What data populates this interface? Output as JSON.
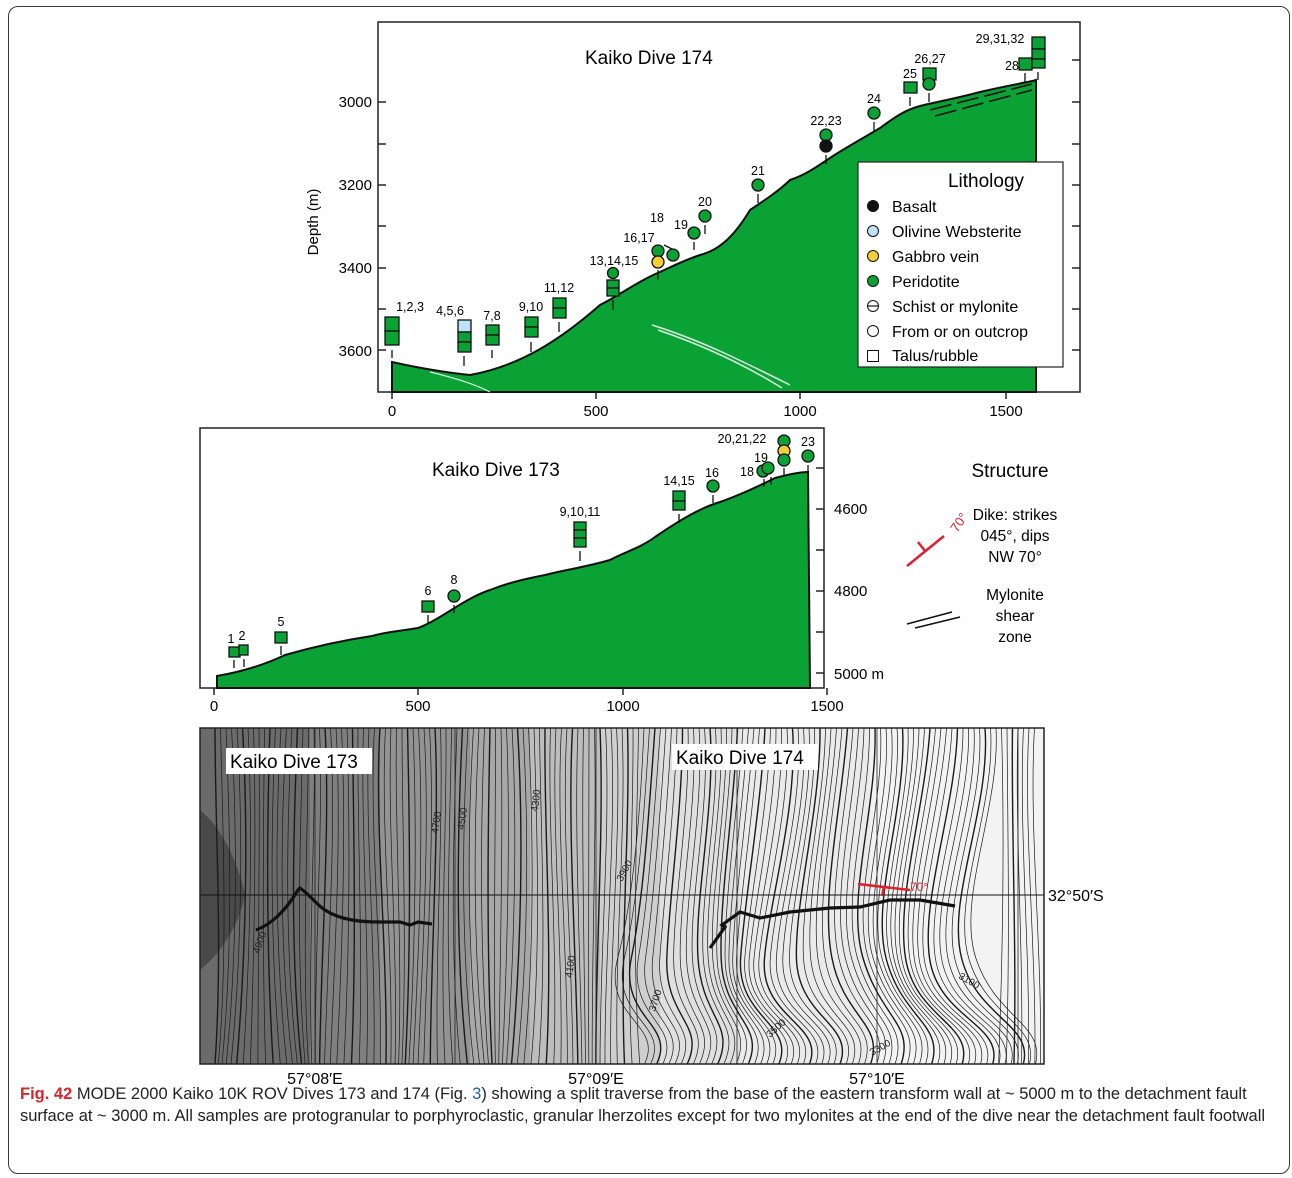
{
  "colors": {
    "peridotite": "#0aa235",
    "websterite": "#bfe3f5",
    "gabbro": "#f4d035",
    "basalt": "#111111",
    "dike": "#e0202a",
    "caption_label": "#d6262b",
    "link": "#1a61b0"
  },
  "dive174": {
    "title": "Kaiko Dive 174",
    "ylabel": "Depth (m)",
    "yticks": [
      "3000",
      "3200",
      "3400",
      "3600"
    ],
    "xticks": [
      "0",
      "500",
      "1000",
      "1500"
    ],
    "sample_labels": [
      "1,2,3",
      "4,5,6",
      "7,8",
      "9,10",
      "11,12",
      "13,14,15",
      "16,17",
      "18",
      "19",
      "20",
      "21",
      "22,23",
      "24",
      "25",
      "26,27",
      "28",
      "29,31,32"
    ]
  },
  "dive173": {
    "title": "Kaiko Dive 173",
    "yticks": [
      "4600",
      "4800",
      "5000 m"
    ],
    "xticks": [
      "0",
      "500",
      "1000",
      "1500"
    ],
    "sample_labels": [
      "1",
      "2",
      "5",
      "6",
      "8",
      "9,10,11",
      "14,15",
      "16",
      "18",
      "19",
      "20,21,22",
      "23"
    ]
  },
  "legend": {
    "title": "Lithology",
    "items": [
      {
        "icon": "basalt-circle-icon",
        "label": "Basalt"
      },
      {
        "icon": "websterite-circle-icon",
        "label": "Olivine Websterite"
      },
      {
        "icon": "gabbro-circle-icon",
        "label": "Gabbro vein"
      },
      {
        "icon": "peridotite-circle-icon",
        "label": "Peridotite"
      },
      {
        "icon": "schist-circle-icon",
        "label": "Schist or mylonite"
      },
      {
        "icon": "outcrop-circle-icon",
        "label": "From or on outcrop"
      },
      {
        "icon": "talus-square-icon",
        "label": "Talus/rubble"
      }
    ]
  },
  "structure": {
    "title": "Structure",
    "dike_lines": [
      "Dike: strikes",
      "045°, dips",
      "NW 70°"
    ],
    "dike_angle": "70°",
    "mylonite_lines": [
      "Mylonite",
      "shear",
      "zone"
    ]
  },
  "map": {
    "dive173_label": "Kaiko Dive 173",
    "dive174_label": "Kaiko Dive 174",
    "lat_label": "32°50′S",
    "lon_labels": [
      "57°08′E",
      "57°09′E",
      "57°10′E"
    ],
    "contour_labels": [
      "4700",
      "4500",
      "4300",
      "3900",
      "4900",
      "4100",
      "3700",
      "3500",
      "3300",
      "3100"
    ],
    "dike_angle": "70°"
  },
  "caption": {
    "label": "Fig. 42",
    "before_link": " MODE 2000 Kaiko 10K ROV Dives 173 and 174 (Fig. ",
    "link": "3",
    "after_link": ") showing a split traverse from the base of the eastern transform wall at ~ 5000 m to the detachment fault surface at ~ 3000 m. All samples are protogranular to porphyroclastic, granular lherzolites except for two mylonites at the end of the dive near the detachment fault footwall"
  }
}
